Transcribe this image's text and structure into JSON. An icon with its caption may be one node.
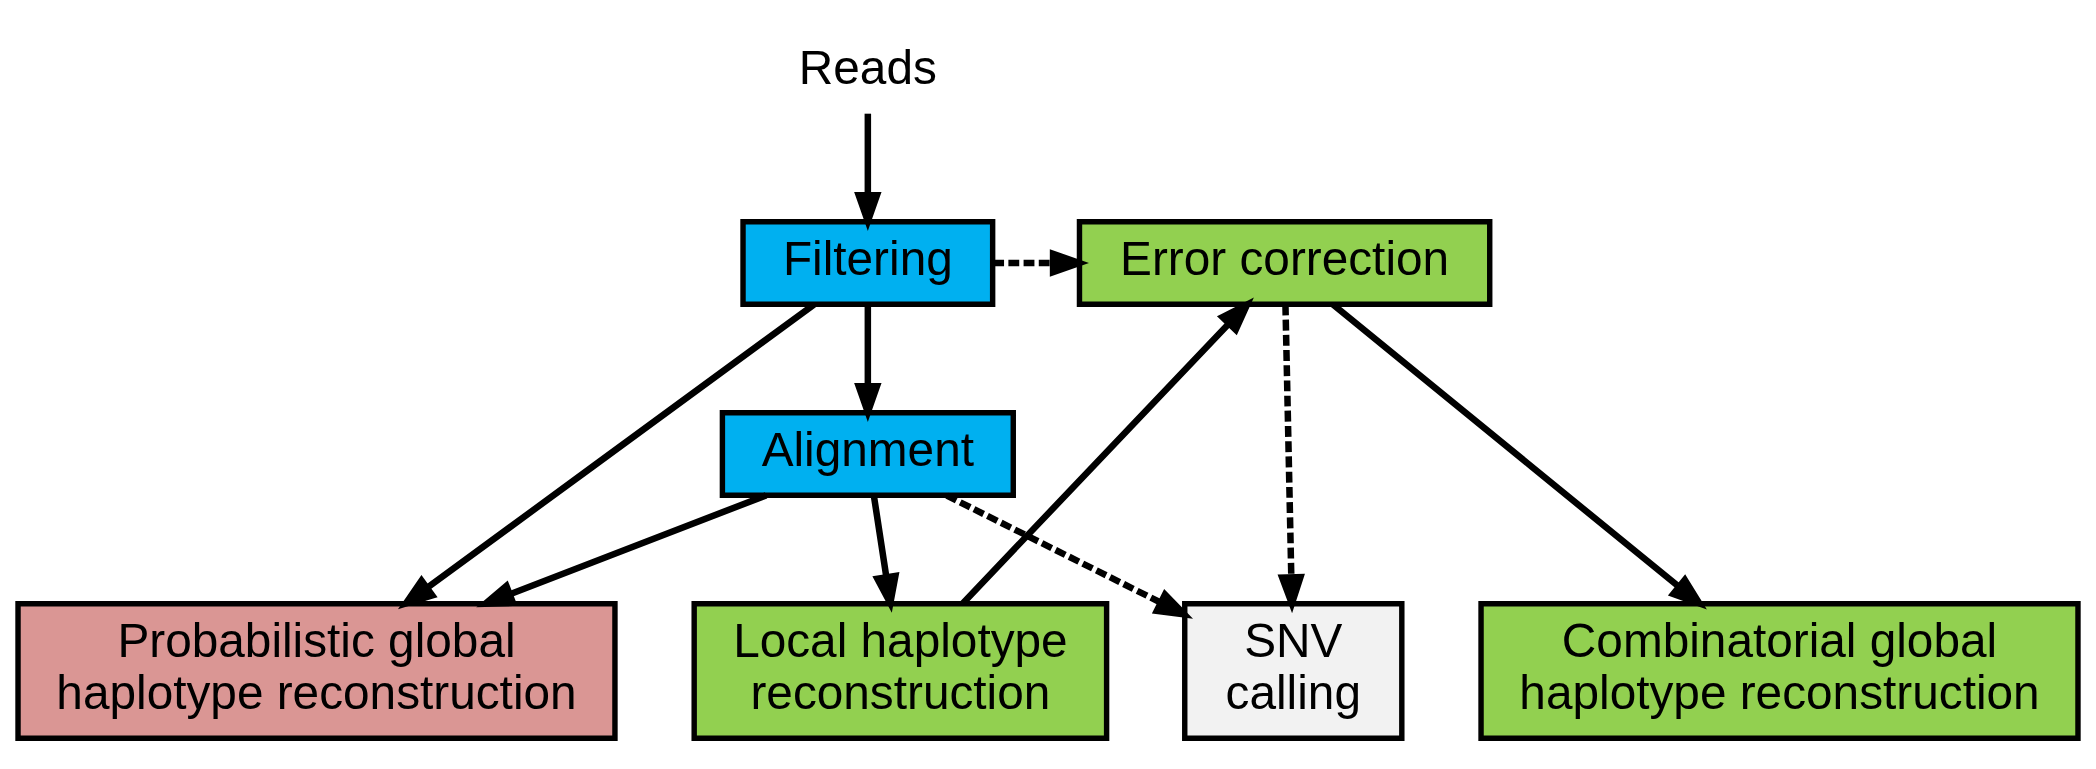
{
  "diagram": {
    "nodes": [
      {
        "text": [
          "Reads"
        ]
      },
      {
        "text": [
          "Error correction"
        ]
      },
      {
        "text": [
          "Filtering"
        ]
      },
      {
        "text": [
          "Alignment"
        ]
      },
      {
        "text": [
          "SNV calling"
        ]
      },
      {
        "text": [
          "Local haplotype reconstruction"
        ]
      },
      {
        "text": [
          "Combinatorial global haplotype reconstruction"
        ]
      },
      {
        "text": [
          "Probabilistic global haplotype reconstruction"
        ]
      }
    ],
    "edges": [
      {
        "from": 0,
        "to": 2,
        "arrow": "to"
      },
      {
        "from": 2,
        "to": 1,
        "arrow": "to",
        "style": "dashed"
      },
      {
        "from": 2,
        "to": 3,
        "arrow": "to"
      },
      {
        "from": 2,
        "to": 7,
        "arrow": "to"
      },
      {
        "from": 1,
        "to": 4,
        "arrow": "to",
        "style": "dashed"
      },
      {
        "from": 3,
        "to": 4,
        "arrow": "to",
        "style": "dashed"
      },
      {
        "from": 5,
        "to": 1,
        "arrow": "to"
      },
      {
        "from": 1,
        "to": 6,
        "arrow": "to"
      },
      {
        "from": 3,
        "to": 5,
        "arrow": "to"
      },
      {
        "from": 3,
        "to": 7,
        "arrow": "to"
      }
    ]
  }
}
